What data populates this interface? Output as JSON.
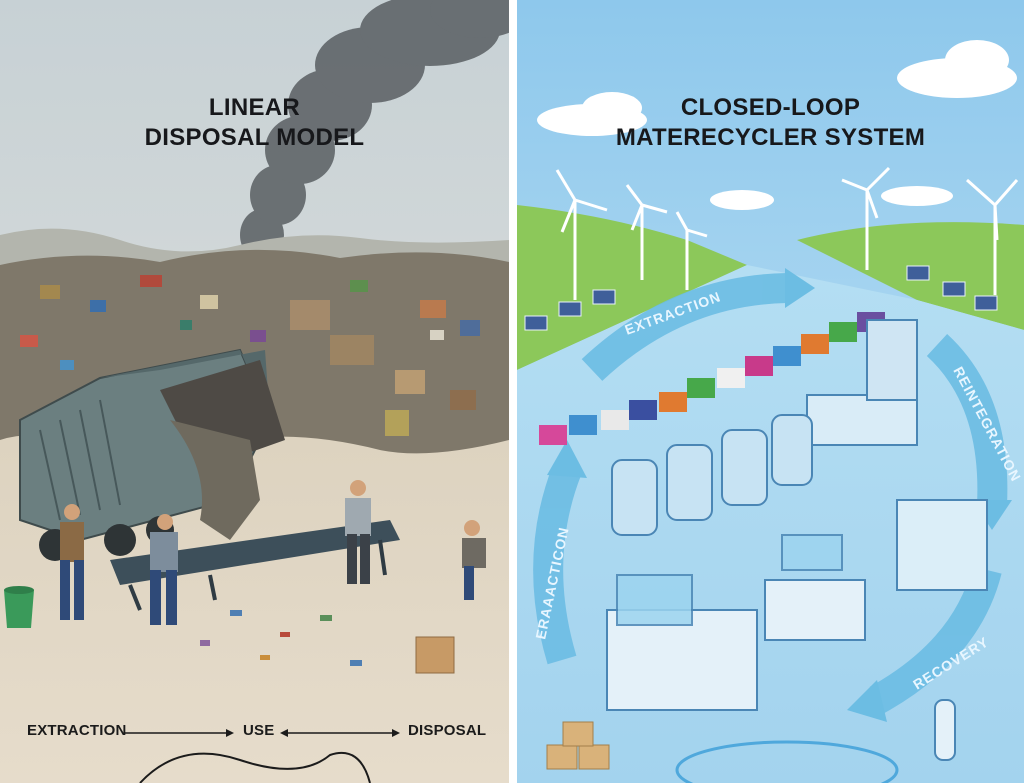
{
  "left_panel": {
    "title_line1": "LINEAR",
    "title_line2": "DISPOSAL MODEL",
    "flow": {
      "extraction": "EXTRACTION",
      "use": "USE",
      "disposal": "DISPOSAL"
    }
  },
  "right_panel": {
    "title_line1": "CLOSED-LOOP",
    "title_line2": "MATERECYCLER SYSTEM",
    "arrows": {
      "top": "EXTRACTION",
      "right": "REINTEGRATION",
      "bottom": "RECOVERY",
      "left": "ERAAACTICON"
    }
  },
  "colors": {
    "left_sky": "#cfd6d8",
    "left_ground": "#d8ccb5",
    "right_sky": "#9fd2ef",
    "right_water": "#bfe3f6",
    "grass": "#8cc85a",
    "loop_arrow": "#6cbde3",
    "truck": "#6b7f80"
  }
}
